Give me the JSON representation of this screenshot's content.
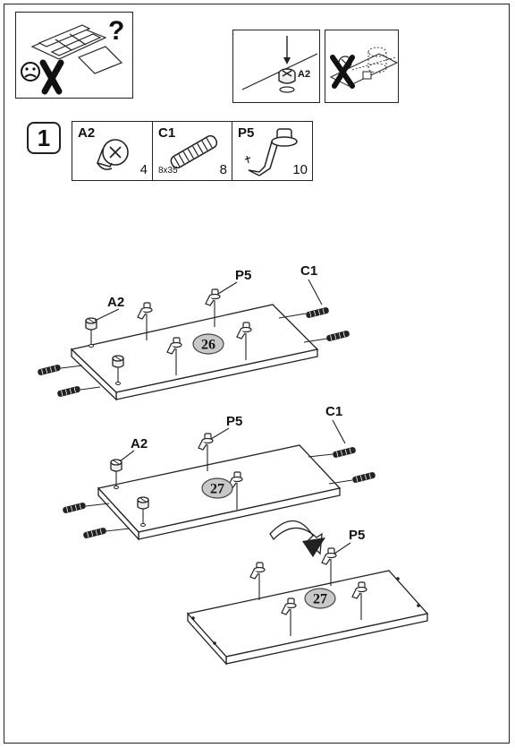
{
  "header": {
    "warning_mark": "?",
    "step_number": "1",
    "detail_label": "A2"
  },
  "parts": [
    {
      "code": "A2",
      "size": "",
      "qty": "4",
      "icon": "cam-lock-icon"
    },
    {
      "code": "C1",
      "size": "8x35",
      "qty": "8",
      "icon": "wooden-dowel-icon"
    },
    {
      "code": "P5",
      "size": "",
      "qty": "10",
      "icon": "shelf-support-icon"
    }
  ],
  "panels": [
    {
      "number": "26",
      "labels": {
        "cam": "A2",
        "support": "P5",
        "dowel": "C1"
      }
    },
    {
      "number": "27",
      "labels": {
        "cam": "A2",
        "support": "P5",
        "dowel": "C1"
      }
    },
    {
      "number": "27",
      "labels": {
        "support": "P5"
      }
    }
  ],
  "colors": {
    "line": "#222222",
    "badge_fill": "#c8c8c8",
    "badge_stroke": "#444444"
  }
}
